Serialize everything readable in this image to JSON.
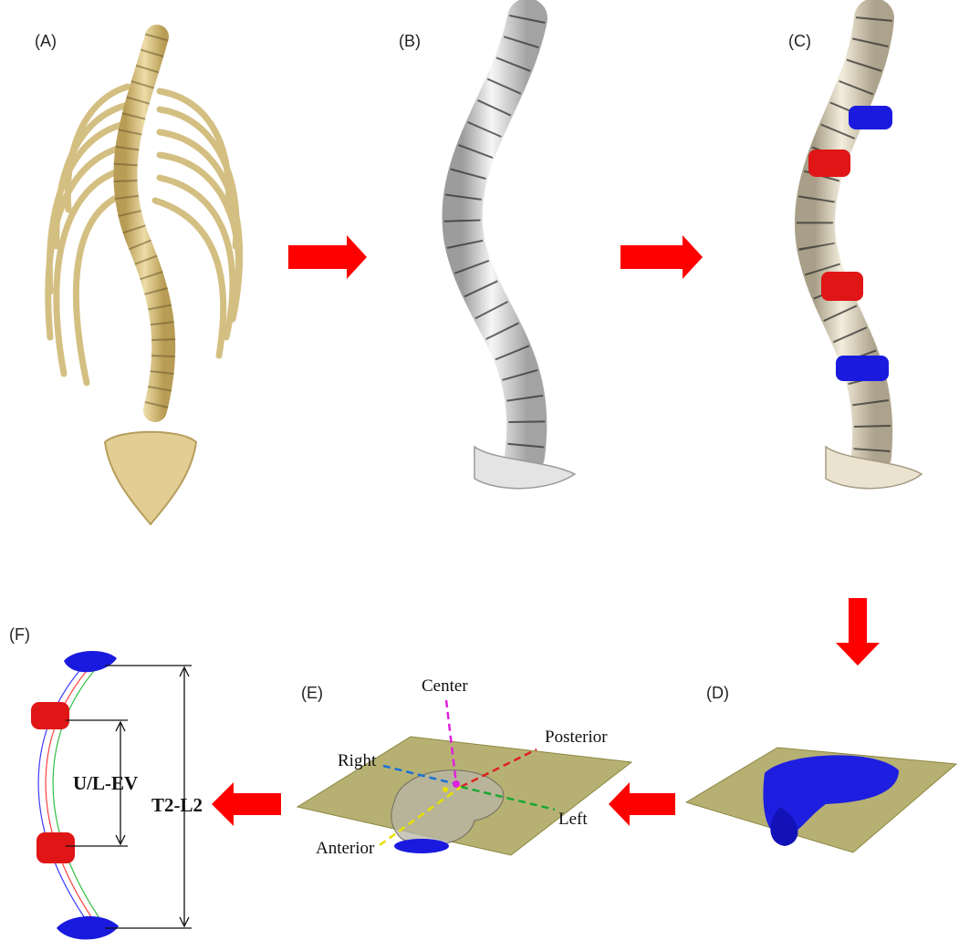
{
  "panels": {
    "a": "(A)",
    "b": "(B)",
    "c": "(C)",
    "d": "(D)",
    "e": "(E)",
    "f": "(F)"
  },
  "panel_e": {
    "center": "Center",
    "posterior": "Posterior",
    "right": "Right",
    "left": "Left",
    "anterior": "Anterior"
  },
  "panel_f": {
    "inner_span": "U/L-EV",
    "outer_span": "T2-L2"
  },
  "colors": {
    "bone_yellow": "#e6d39a",
    "bone_white": "#e9e9e9",
    "bone_cream": "#ece4d2",
    "end_vertebra_blue": "#1a1adf",
    "apex_red": "#e01515",
    "arrow_red": "#ff0000",
    "plane_olive": "#a9a35a"
  }
}
